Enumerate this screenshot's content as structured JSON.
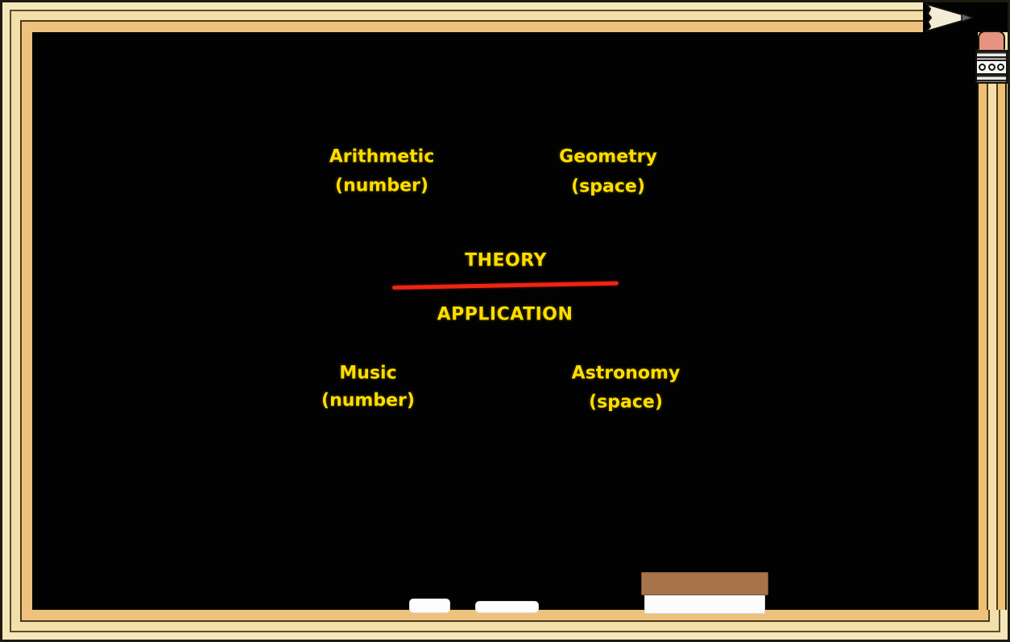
{
  "diagram": {
    "type": "quadrivium-concept-board",
    "divider": {
      "top_label": "THEORY",
      "bottom_label": "APPLICATION",
      "line_color": "#f02413"
    },
    "quadrants": [
      {
        "id": "theory-number",
        "title": "Arithmetic",
        "subtitle": "(number)"
      },
      {
        "id": "theory-space",
        "title": "Geometry",
        "subtitle": "(space)"
      },
      {
        "id": "application-number",
        "title": "Music",
        "subtitle": "(number)"
      },
      {
        "id": "application-space",
        "title": "Astronomy",
        "subtitle": "(space)"
      }
    ]
  },
  "colors": {
    "board": "#020202",
    "chalk_text": "#ffdd00",
    "divider_line": "#f02413",
    "frame_cream": "#f3dfa9",
    "frame_tan": "#eec17c",
    "pencil_eraser_pink": "#e6937f",
    "pencil_graphite": "#5c636a",
    "board_eraser_wood": "#a6734b",
    "chalk_white": "#fdfdfd"
  },
  "decorations": {
    "frame": "pencil-frame",
    "top_right": "pencil-tip",
    "right_edge": "pencil-eraser-end",
    "tray_items": [
      "chalk-piece",
      "chalk-piece",
      "board-eraser"
    ]
  }
}
